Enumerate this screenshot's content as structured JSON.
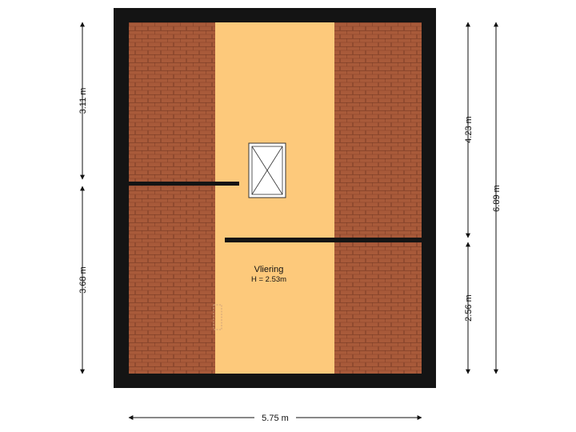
{
  "room": {
    "name": "Vliering",
    "height": "H = 2.53m"
  },
  "dimensions": {
    "left_top": "3.11 m",
    "left_bottom": "3.68 m",
    "right_inner_top": "4.23 m",
    "right_inner_bottom": "2.56 m",
    "right_outer": "6.89 m",
    "bottom": "5.75 m"
  },
  "colors": {
    "wall": "#141414",
    "floor": "#fdc97b",
    "roof_tile": "#a85a3a",
    "roof_line": "#6e3420",
    "dimension_line": "#111111"
  },
  "icons": {
    "roof_window": "roof-window-icon",
    "stair_hatch": "stair-hatch-icon"
  }
}
